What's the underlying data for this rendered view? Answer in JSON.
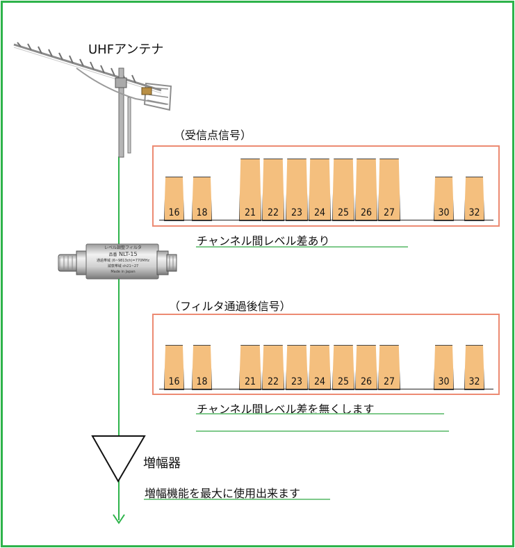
{
  "antenna_label": "UHFアンテナ",
  "received_title": "（受信点信号）",
  "received_channels": [
    {
      "num": "16",
      "level": "low"
    },
    {
      "num": "18",
      "level": "low"
    },
    {
      "num": "21",
      "level": "high"
    },
    {
      "num": "22",
      "level": "high"
    },
    {
      "num": "23",
      "level": "high"
    },
    {
      "num": "24",
      "level": "high"
    },
    {
      "num": "25",
      "level": "high"
    },
    {
      "num": "26",
      "level": "high"
    },
    {
      "num": "27",
      "level": "high"
    },
    {
      "num": "30",
      "level": "low"
    },
    {
      "num": "32",
      "level": "low"
    }
  ],
  "received_caption": "チャンネル間レベル差あり",
  "filter_label": {
    "line1": "レベル調整フィルタ",
    "model_prefix": "品番",
    "model": "NLT-15",
    "line3": "通過帯域 (6~9813ch)=770MHz",
    "line4": "減衰帯域 ch21~27",
    "line5": "Made in Japan"
  },
  "filtered_title": "（フィルタ通過後信号）",
  "filtered_channels": [
    {
      "num": "16"
    },
    {
      "num": "18"
    },
    {
      "num": "21"
    },
    {
      "num": "22"
    },
    {
      "num": "23"
    },
    {
      "num": "24"
    },
    {
      "num": "25"
    },
    {
      "num": "26"
    },
    {
      "num": "27"
    },
    {
      "num": "30"
    },
    {
      "num": "32"
    }
  ],
  "filtered_caption": "チャンネル間レベル差を無くします",
  "amplifier_label": "増幅器",
  "amplifier_caption": "増幅機能を最大に使用出来ます",
  "colors": {
    "frame": "#2db34a",
    "signal_line": "#2db34a",
    "box_border": "#ec8a72",
    "channel_fill": "#f4bf7e",
    "caption_underline": "#7ec98a"
  }
}
